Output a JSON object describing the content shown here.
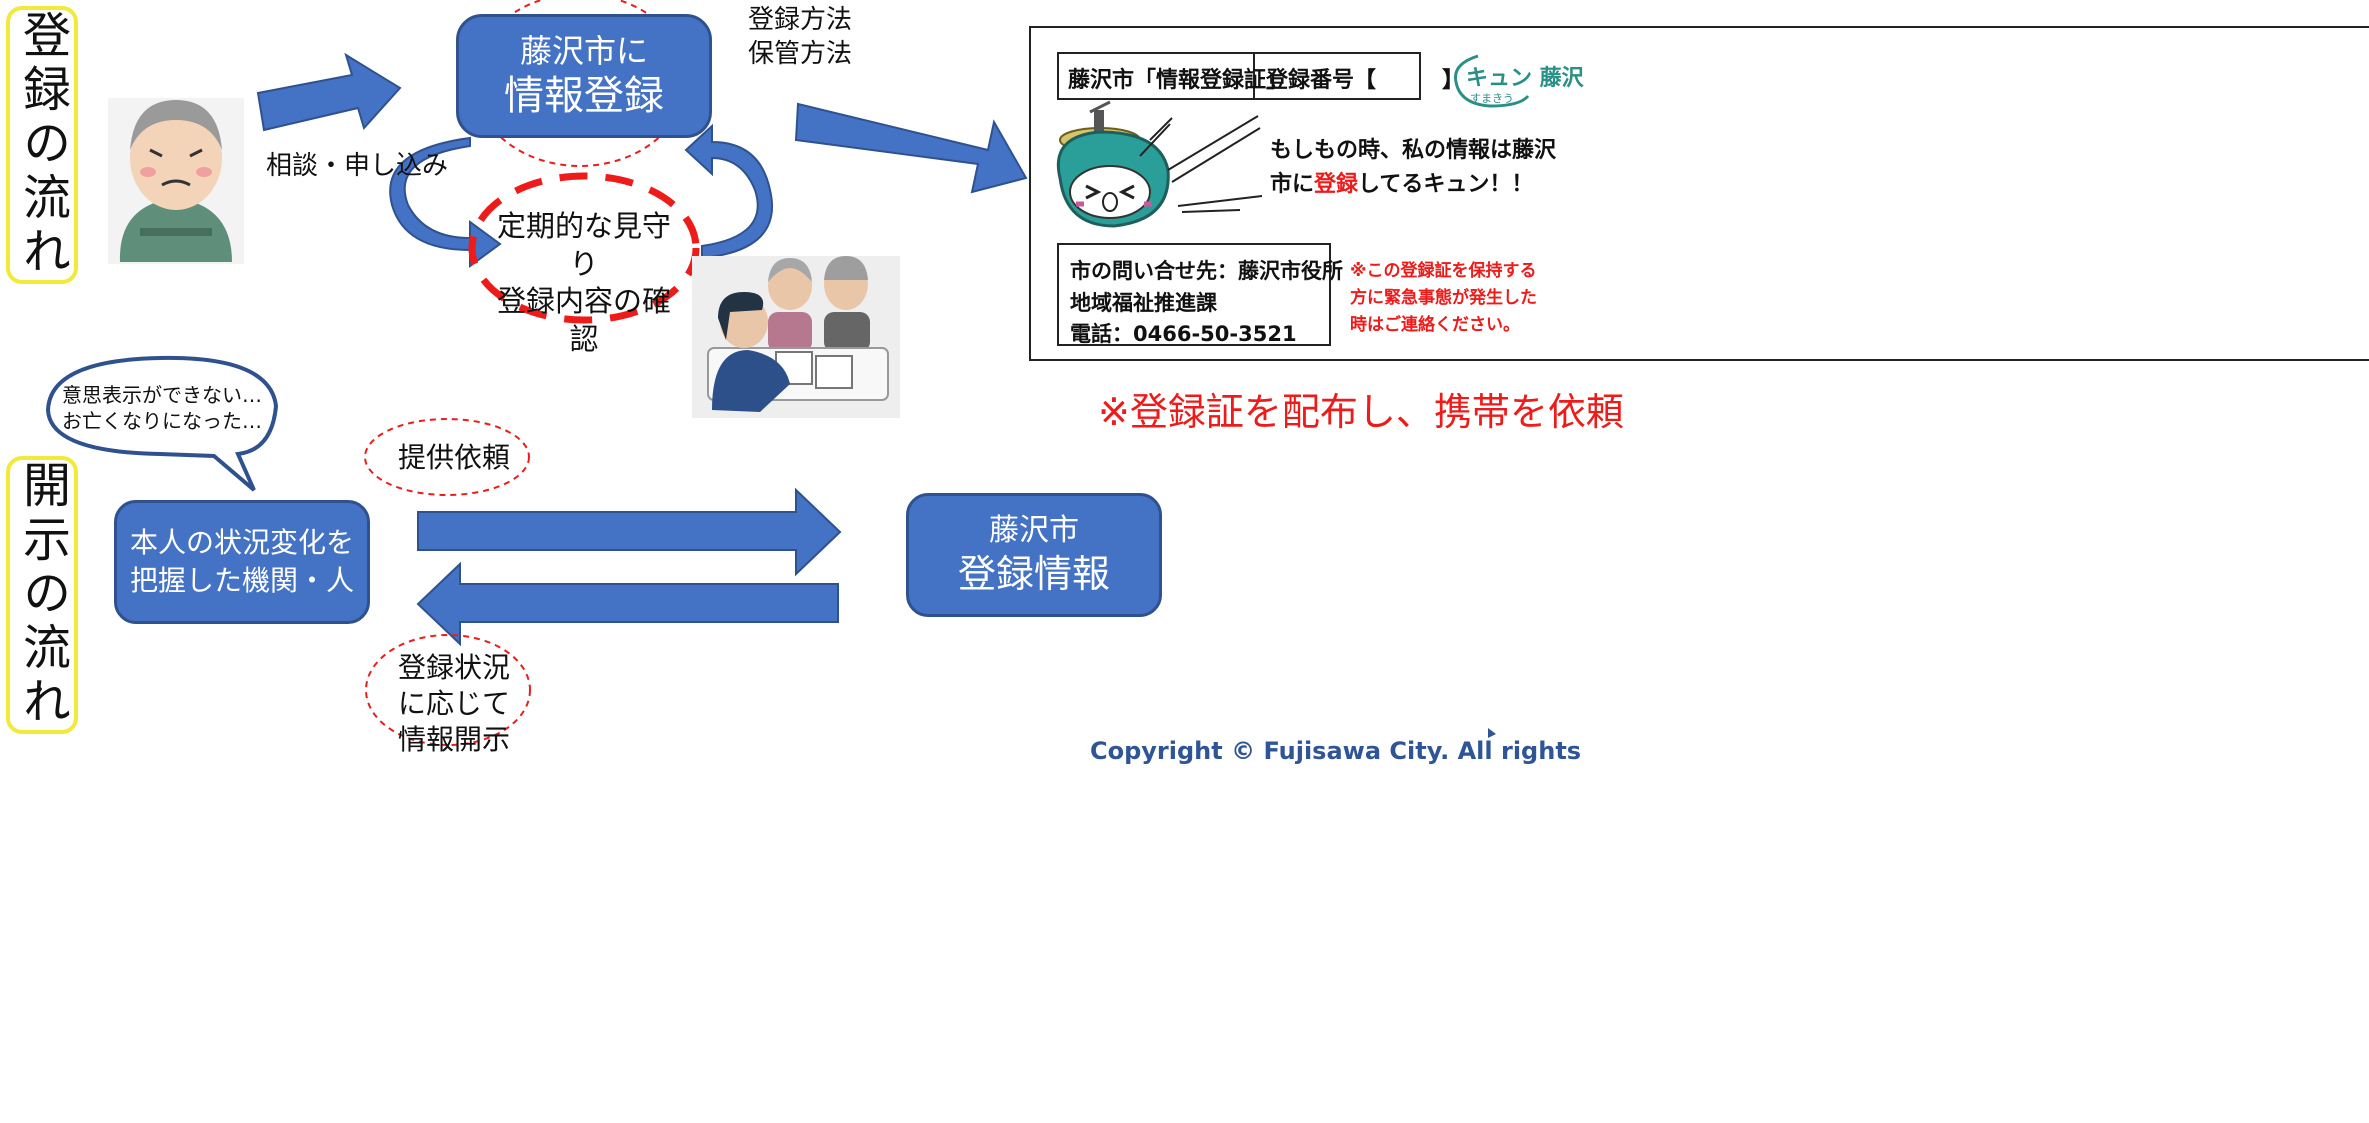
{
  "labels": {
    "registration_flow": "登録の流れ",
    "disclosure_flow": "開示の流れ"
  },
  "register_box": {
    "line1": "藤沢市に",
    "line2": "情報登録"
  },
  "method_note": {
    "line1": "登録方法",
    "line2": "保管方法"
  },
  "consult_label": "相談・申し込み",
  "monitor_note": {
    "line1": "定期的な見守り",
    "line2": "登録内容の確認"
  },
  "card": {
    "title_cell": "藤沢市「情報登録証」",
    "number_cell": "登録番号【　　　】",
    "logo_text": "キュン 藤沢",
    "logo_sub": "すまきう",
    "message_line1": "もしもの時、私の情報は藤沢",
    "message_line2_a": "市に",
    "message_line2_b": "登録",
    "message_line2_c": "してるキュン！！",
    "contact_line1": "市の問い合せ先：藤沢市役所",
    "contact_line2": "地域福祉推進課",
    "contact_line3": "電話：0466-50-3521",
    "note_line1": "※この登録証を保持する",
    "note_line2": "方に緊急事態が発生した",
    "note_line3": "時はご連絡ください。"
  },
  "distribute_note": "※登録証を配布し、携帯を依頼",
  "speech": {
    "line1": "意思表示ができない…",
    "line2": "お亡くなりになった…"
  },
  "request_label": "提供依頼",
  "agency_box": {
    "line1": "本人の状況変化を",
    "line2": "把握した機関・人"
  },
  "city_box": {
    "line1": "藤沢市",
    "line2": "登録情報"
  },
  "disclose_note": {
    "line1": "登録状況",
    "line2": "に応じて",
    "line3": "情報開示"
  },
  "copyright": "Copyright © Fujisawa City. All rights",
  "colors": {
    "box_blue": "#4472c4",
    "box_border": "#2f528f",
    "alert_red": "#ee1b1b",
    "label_yellow": "#f2ea3a"
  }
}
